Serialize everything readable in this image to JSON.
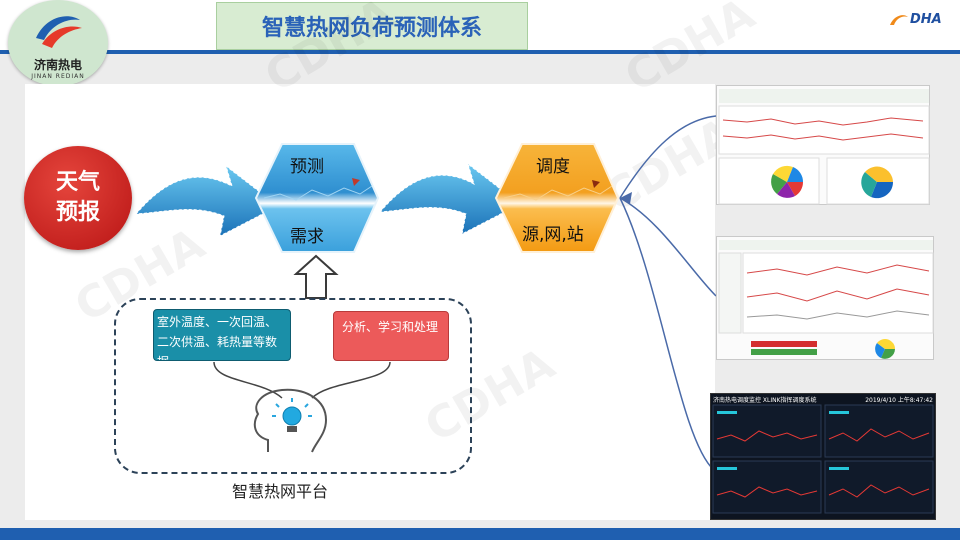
{
  "header": {
    "title": "智慧热网负荷预测体系",
    "logo_cn": "济南热电",
    "logo_en": "JINAN REDIAN",
    "brand": "DHA"
  },
  "watermark": "CDHA",
  "diagram": {
    "weather_line1": "天气",
    "weather_line2": "预报",
    "hex1_top": "预测",
    "hex1_bottom": "需求",
    "hex2_top": "调度",
    "hex2_bottom": "源,网,站",
    "inputs_text": "室外温度、一次回温、二次供温、耗热量等数据",
    "process_text": "分析、学习和处理",
    "platform_label": "智慧热网平台"
  },
  "dashboard": {
    "title": "济南热电调度监控  XLINK指挥调度系统",
    "time": "2019/4/10 上午8:47:42"
  },
  "colors": {
    "accent_blue": "#1f5fb0",
    "title_blue": "#2a62b8",
    "hex1_blue": "#3da3dc",
    "hex2_orange": "#f5a020",
    "weather_red": "#c81e1e",
    "teal_box": "#1a8fa8",
    "red_box": "#ec5a5a"
  }
}
